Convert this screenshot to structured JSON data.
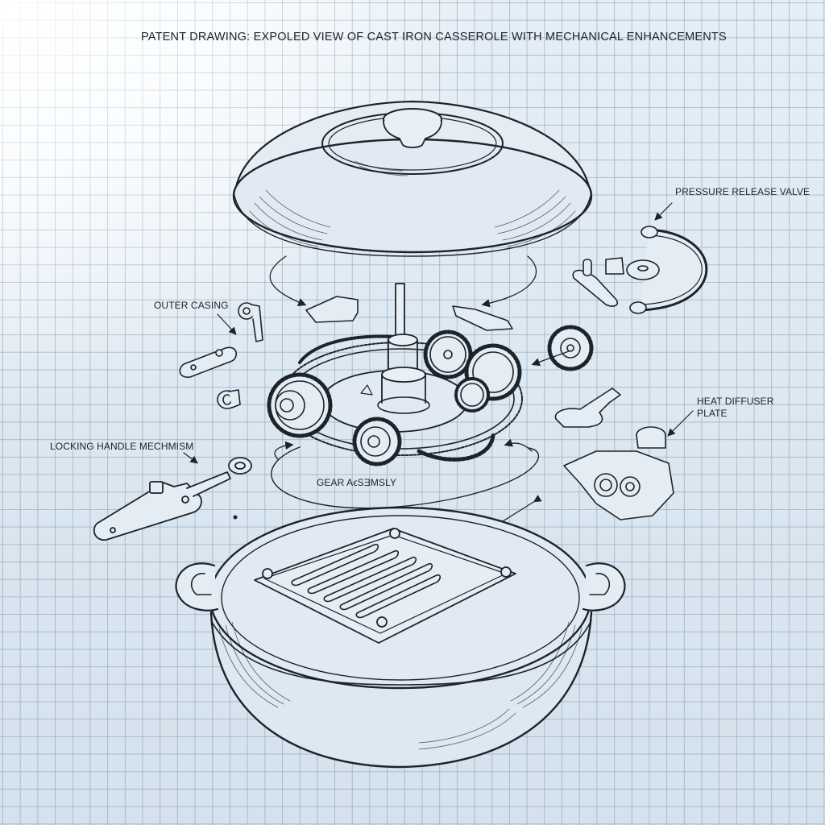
{
  "title": "PATENT DRAWING:  EXPOLED VIEW OF CAST IRON CASSEROLE WITH MECHANICAL ENHANCEMENTS",
  "labels": {
    "pressure_release_valve": "PRESSURE RELEASE VALVE",
    "outer_casing": "OUTER CASING",
    "heat_diffuser_plate_line1": "HEAT DIFFUSER",
    "heat_diffuser_plate_line2": "PLATE",
    "locking_handle_mechanism": "LOCKING HANDLE MECHMISM",
    "gear_assembly": "GEAR AϵSƎMSLY"
  },
  "components": [
    {
      "name": "lid",
      "icon": "domed-lid-with-knob"
    },
    {
      "name": "gear-assembly",
      "icon": "gear-cluster-with-spindle"
    },
    {
      "name": "pressure-release-valve",
      "icon": "valve-with-bail-handle"
    },
    {
      "name": "outer-casing",
      "icon": "small-brackets"
    },
    {
      "name": "locking-handle-mechanism",
      "icon": "lever-handle"
    },
    {
      "name": "heat-diffuser-plate",
      "icon": "pump-housing"
    },
    {
      "name": "casserole-pot",
      "icon": "pot-with-grill-plate"
    }
  ],
  "colors": {
    "ink": "#1d232b",
    "paper": "#dbe6ef",
    "grid": "#7a9cbe"
  }
}
